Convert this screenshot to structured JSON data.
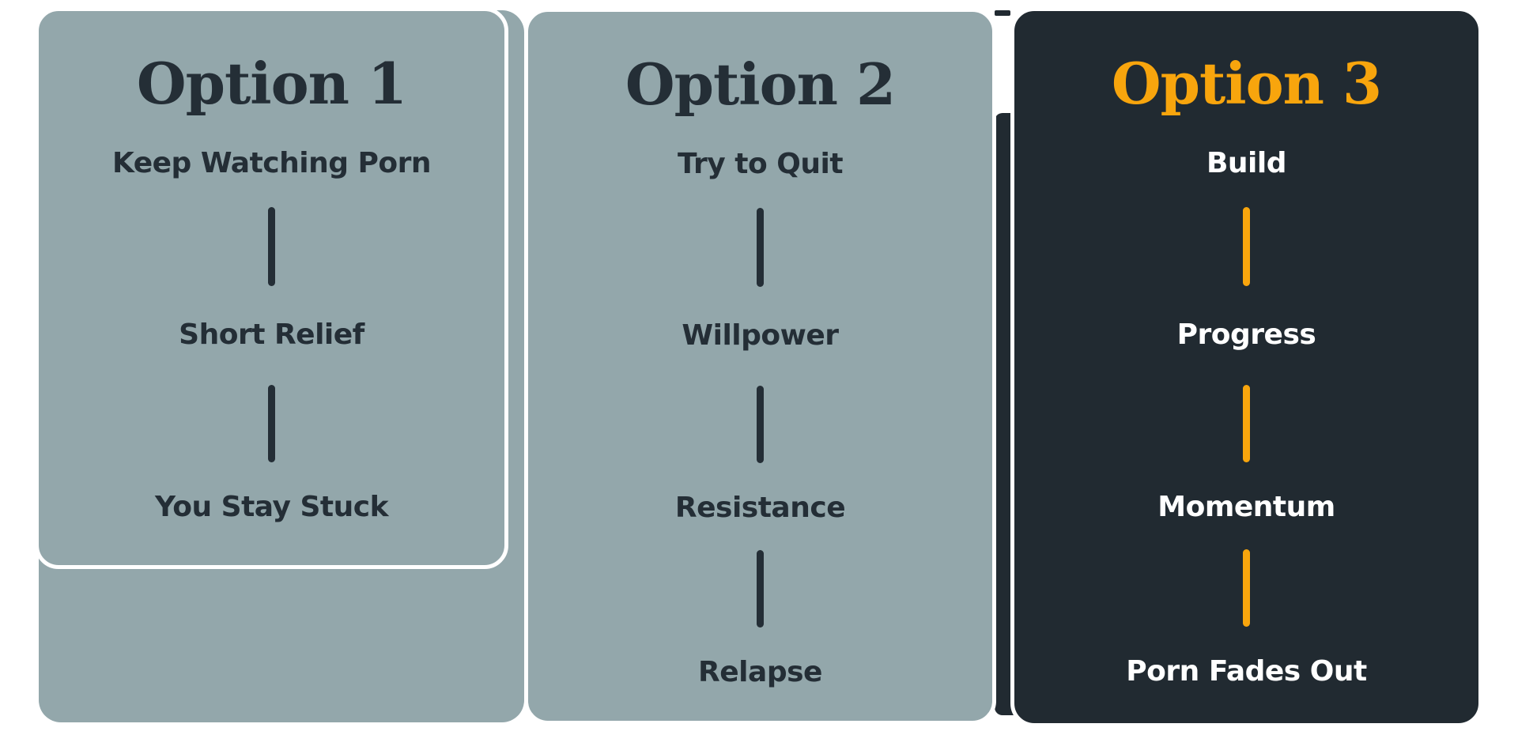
{
  "page": {
    "background_color": "#ffffff"
  },
  "colors": {
    "card_gray": "#93a7ab",
    "card_dark": "#212a31",
    "accent_orange": "#f8a50d",
    "text_dark": "#242e36",
    "text_light": "#ffffff",
    "card_stroke": "#ffffff"
  },
  "options": [
    {
      "title": "Option 1",
      "theme": "gray",
      "steps": [
        "Keep Watching Porn",
        "Short Relief",
        "You Stay Stuck"
      ]
    },
    {
      "title": "Option 2",
      "theme": "gray",
      "steps": [
        "Try to Quit",
        "Willpower",
        "Resistance",
        "Relapse"
      ]
    },
    {
      "title": "Option 3",
      "theme": "dark",
      "steps": [
        "Build",
        "Progress",
        "Momentum",
        "Porn Fades Out"
      ]
    }
  ]
}
